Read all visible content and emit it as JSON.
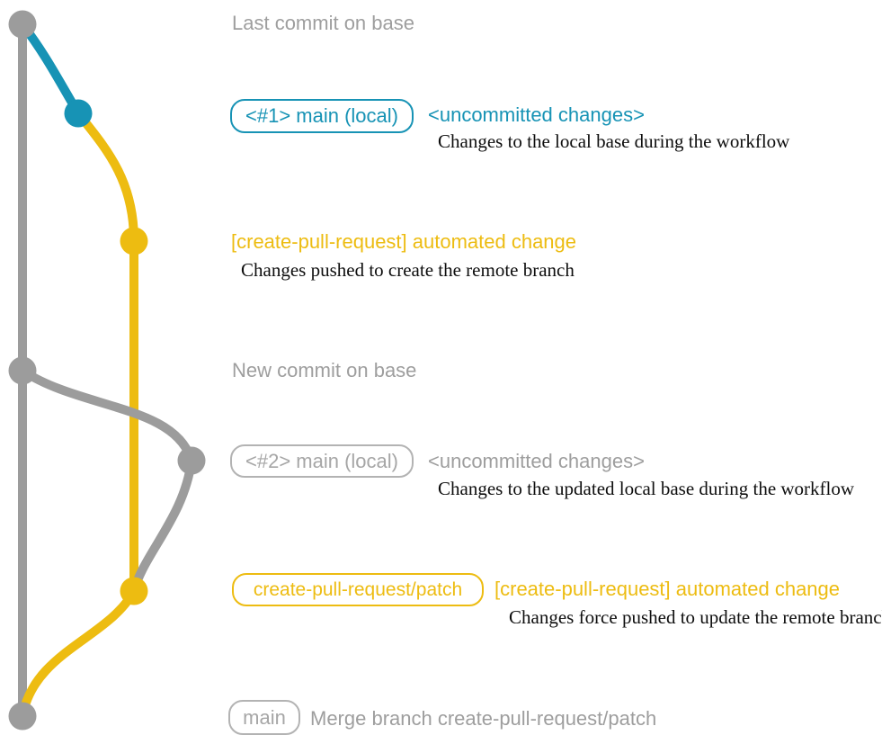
{
  "colors": {
    "gray": "#9c9c9c",
    "gray_text": "#9e9e9e",
    "gray_border": "#b3b3b3",
    "blue": "#1793b5",
    "yellow": "#edbc11",
    "annotation_black": "#0e0e0e"
  },
  "graph": {
    "commits": [
      {
        "id": "last-commit-on-base",
        "color": "#9c9c9c"
      },
      {
        "id": "uncommitted-changes-1",
        "color": "#1793b5"
      },
      {
        "id": "automated-change-1",
        "color": "#edbc11"
      },
      {
        "id": "new-commit-on-base",
        "color": "#9c9c9c"
      },
      {
        "id": "uncommitted-changes-2",
        "color": "#9c9c9c"
      },
      {
        "id": "automated-change-2",
        "color": "#edbc11"
      },
      {
        "id": "merge-commit",
        "color": "#9c9c9c"
      }
    ]
  },
  "rows": {
    "last_commit": {
      "label": "Last commit on base"
    },
    "commit1": {
      "badge": "<#1> main (local)",
      "title": "<uncommitted changes>",
      "desc": "Changes to the local base during the workflow"
    },
    "push1": {
      "title": "[create-pull-request] automated change",
      "desc": "Changes pushed to create the remote branch"
    },
    "new_commit": {
      "label": "New commit on base"
    },
    "commit2": {
      "badge": "<#2> main (local)",
      "title": "<uncommitted changes>",
      "desc": "Changes to the updated local base during the workflow"
    },
    "push2": {
      "badge": "create-pull-request/patch",
      "title": "[create-pull-request] automated change",
      "desc": "Changes force pushed to update the remote branch"
    },
    "merge": {
      "badge": "main",
      "title": "Merge branch create-pull-request/patch"
    }
  }
}
